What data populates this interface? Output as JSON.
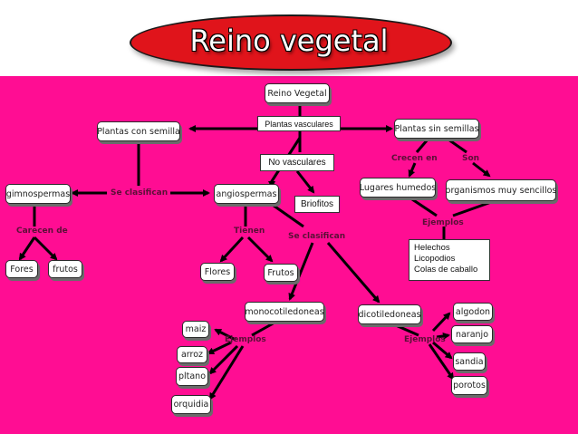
{
  "title": "Reino vegetal",
  "nodes": {
    "reino_vegetal": "Reino Vegetal",
    "plantas_con_semilla": "Plantas con semilla",
    "plantas_sin_semillas": "Plantas sin semillas",
    "gimnospermas": "gimnospermas",
    "angiospermas": "angiospermas",
    "lugares_humedos": "Lugares humedos",
    "organismos": "organismos muy sencillos",
    "fores": "Fores",
    "frutos_gimno": "frutos",
    "flores": "Flores",
    "frutos_angio": "Frutos",
    "monocotiledoneas": "monocotiledoneas",
    "dicotiledoneas": "dicotiledoneas",
    "maiz": "maiz",
    "arroz": "arroz",
    "pltano": "pltano",
    "orquidia": "orquidia",
    "algodon": "algodon",
    "naranjo": "naranjo",
    "sandia": "sandia",
    "porotos": "porotos"
  },
  "boxes": {
    "plantas_vasculares": "Plantas vasculares",
    "no_vasculares": "No vasculares",
    "briofitos": "Briofitos"
  },
  "labels": {
    "se_clasifican_1": "Se clasifican",
    "carecen_de": "Carecen de",
    "tienen": "Tienen",
    "se_clasifican_2": "Se clasifican",
    "crecen_en": "Crecen en",
    "son": "Son",
    "ejemplos_sin_semilla": "Ejemplos",
    "ejemplos_mono": "Ejemplos",
    "ejemplos_dico": "Ejemplos"
  },
  "examples_list": [
    "Helechos",
    "Licopodios",
    "Colas de caballo"
  ],
  "colors": {
    "background": "#ff0d93",
    "title_oval": "#e0141b",
    "label_text": "#5a1036"
  }
}
